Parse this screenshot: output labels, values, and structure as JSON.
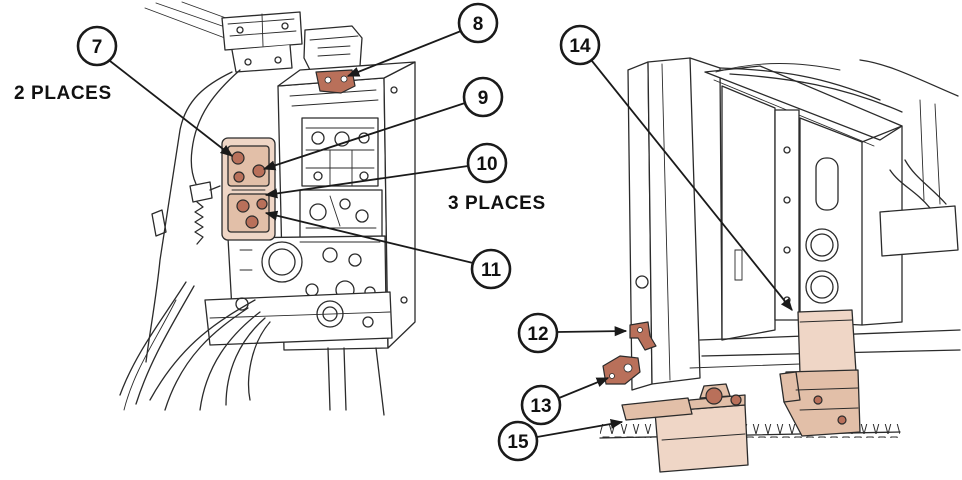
{
  "callouts": [
    {
      "number": "7"
    },
    {
      "number": "8"
    },
    {
      "number": "9"
    },
    {
      "number": "10"
    },
    {
      "number": "11"
    },
    {
      "number": "12"
    },
    {
      "number": "13"
    },
    {
      "number": "14"
    },
    {
      "number": "15"
    }
  ],
  "notes": {
    "two_places": "2 PLACES",
    "three_places": "3 PLACES"
  },
  "colors": {
    "line": "#2b2b2b",
    "ring": "#1a1a1a",
    "highlight_light": "#efd6c6",
    "highlight_mid": "#e2bfa8",
    "highlight_dark": "#b9705a"
  }
}
